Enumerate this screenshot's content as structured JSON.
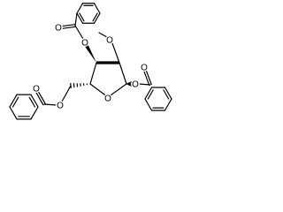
{
  "molecule": {
    "atoms": [
      {
        "id": "o_ester_top",
        "symbol": "O"
      },
      {
        "id": "o_carbonyl_top",
        "symbol": "O"
      },
      {
        "id": "o_methoxy",
        "symbol": "O"
      },
      {
        "id": "o_ester_right",
        "symbol": "O"
      },
      {
        "id": "o_carbonyl_right",
        "symbol": "O"
      },
      {
        "id": "o_ring",
        "symbol": "O"
      },
      {
        "id": "o_ester_left",
        "symbol": "O"
      },
      {
        "id": "o_carbonyl_left",
        "symbol": "O"
      }
    ]
  }
}
